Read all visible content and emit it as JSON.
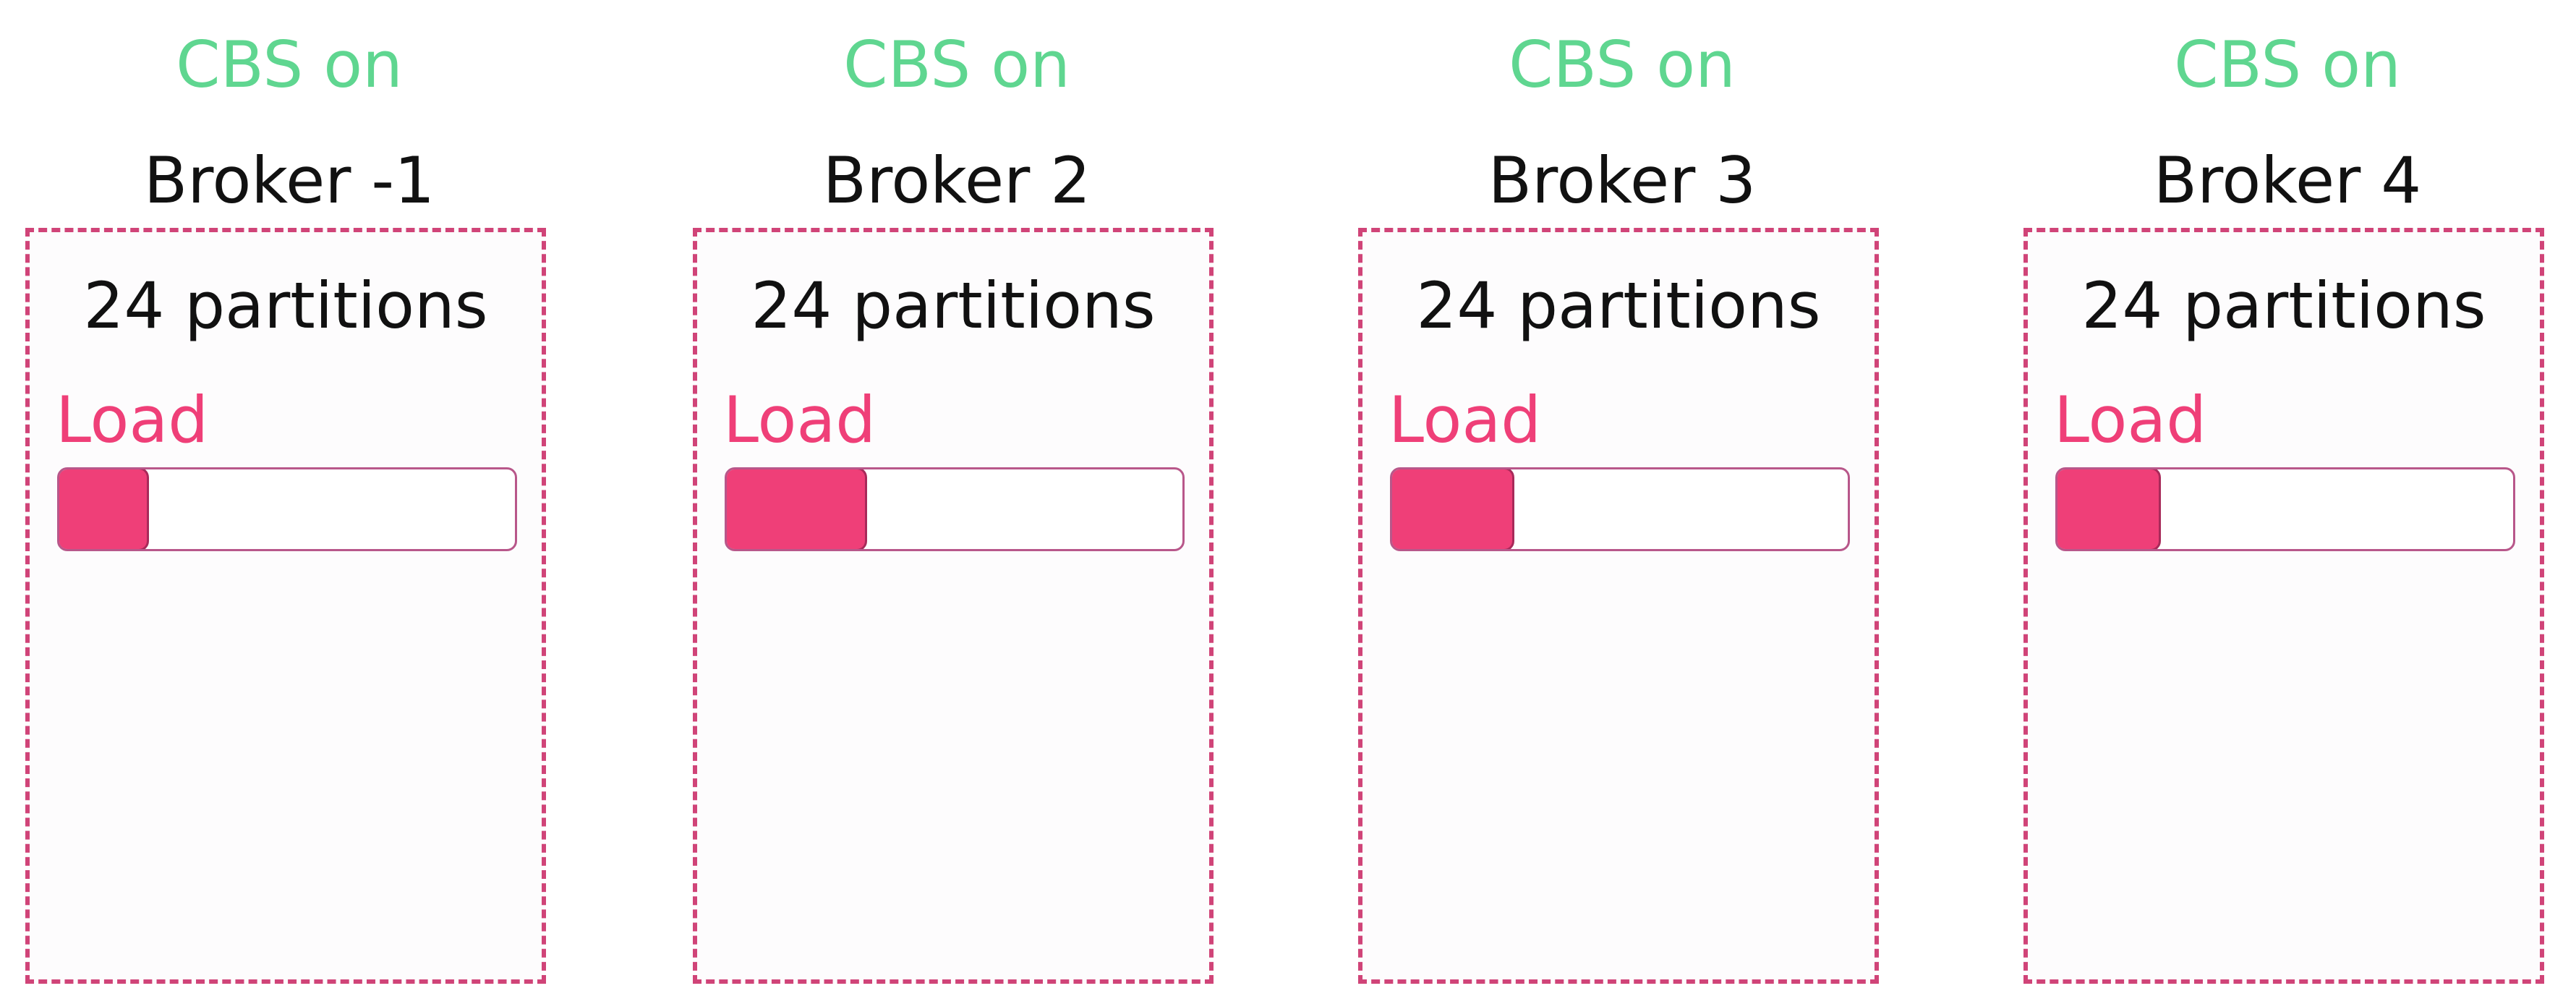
{
  "colors": {
    "cbs_label": "#5fd690",
    "accent": "#ef3f78",
    "box_border": "#d04478"
  },
  "brokers": [
    {
      "status": "CBS on",
      "name": "Broker -1",
      "partitions": "24 partitions",
      "load_label": "Load",
      "load_fraction": 0.2
    },
    {
      "status": "CBS on",
      "name": "Broker 2",
      "partitions": "24 partitions",
      "load_label": "Load",
      "load_fraction": 0.31
    },
    {
      "status": "CBS on",
      "name": "Broker 3",
      "partitions": "24 partitions",
      "load_label": "Load",
      "load_fraction": 0.27
    },
    {
      "status": "CBS on",
      "name": "Broker 4",
      "partitions": "24 partitions",
      "load_label": "Load",
      "load_fraction": 0.23
    }
  ]
}
